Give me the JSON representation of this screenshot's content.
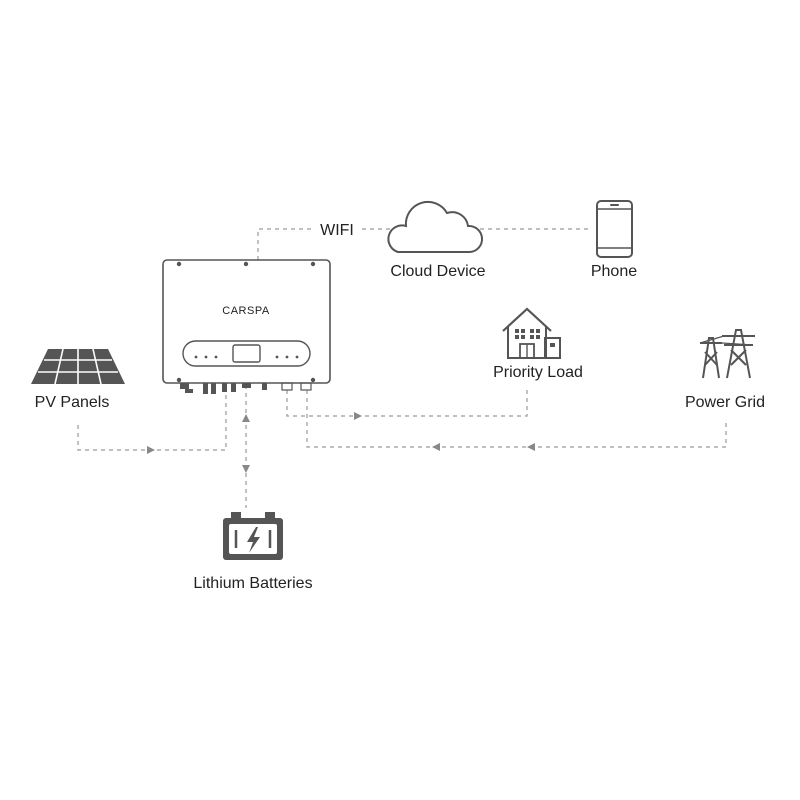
{
  "colors": {
    "icon": "#555555",
    "icon_light": "#ffffff",
    "line": "#9a9a9a",
    "text": "#222222"
  },
  "labels": {
    "wifi": "WIFI",
    "cloud": "Cloud Device",
    "phone": "Phone",
    "priority_load": "Priority Load",
    "power_grid": "Power Grid",
    "pv_panels": "PV Panels",
    "batteries": "Lithium Batteries"
  },
  "inverter": {
    "brand": "CARSPA"
  },
  "icons": {
    "cloud": "cloud-icon",
    "phone": "smartphone-icon",
    "house": "house-icon",
    "grid": "power-tower-icon",
    "solar": "solar-panel-icon",
    "battery": "battery-icon",
    "inverter": "inverter-icon"
  }
}
